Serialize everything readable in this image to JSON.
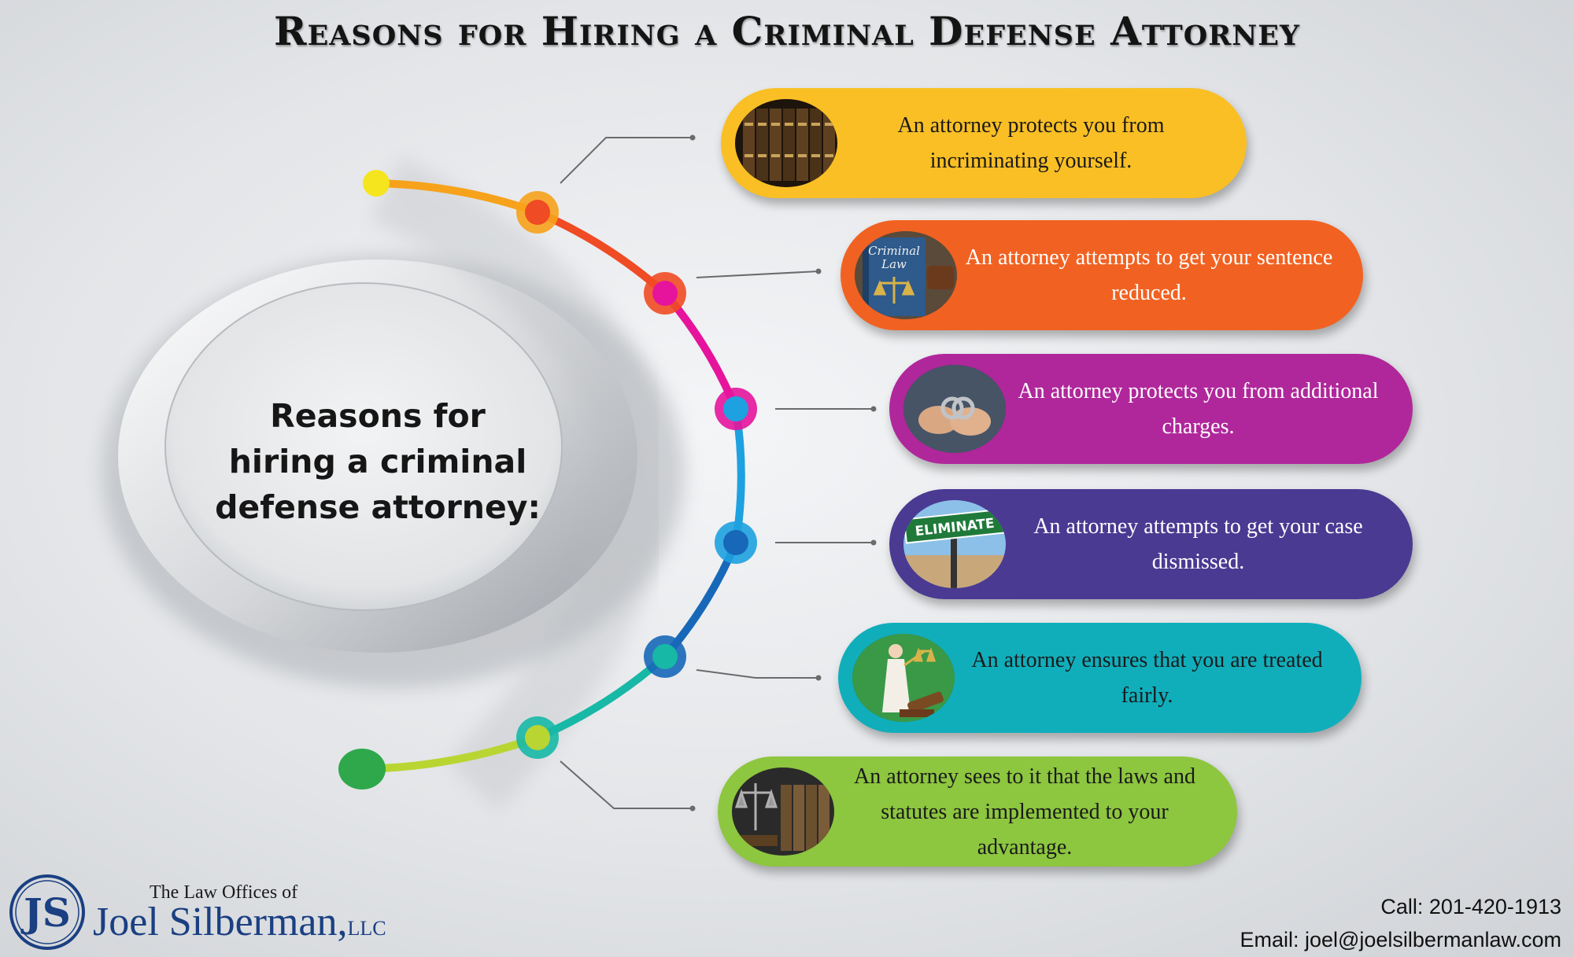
{
  "title": "Reasons for Hiring a Criminal Defense Attorney",
  "center_title": "Reasons for\nhiring a criminal\ndefense attorney:",
  "reasons": [
    {
      "text": "An attorney protects you from incriminating yourself.",
      "color": "#f9bf25",
      "photo": "law-books-image"
    },
    {
      "text": "An attorney attempts to get your sentence reduced.",
      "color": "#f16222",
      "photo": "criminal-law-book-image",
      "photo_label": "Criminal Law"
    },
    {
      "text": "An attorney protects you from additional charges.",
      "color": "#b0279b",
      "photo": "handcuffed-hands-image"
    },
    {
      "text": "An attorney attempts to get your case dismissed.",
      "color": "#4a3a92",
      "photo": "eliminate-street-sign-image",
      "photo_label": "ELIMINATE"
    },
    {
      "text": "An attorney ensures that you are treated fairly.",
      "color": "#10aebb",
      "photo": "lady-justice-image"
    },
    {
      "text": "An attorney sees to it that the laws and statutes are implemented to your advantage.",
      "color": "#8dc63f",
      "photo": "justice-books-image"
    }
  ],
  "timeline_colors": [
    "#f5e51e",
    "#f7a21b",
    "#ef4b24",
    "#e6149c",
    "#1ea1e0",
    "#1768b8",
    "#17b8a6",
    "#b9d532",
    "#2ea84b"
  ],
  "firm": {
    "line1": "The Law Offices of",
    "name": "Joel Silberman,",
    "suffix": "LLC",
    "logo_letters": "JS"
  },
  "contact": {
    "call": "Call: 201-420-1913",
    "email": "Email: joel@joelsilbermanlaw.com"
  }
}
